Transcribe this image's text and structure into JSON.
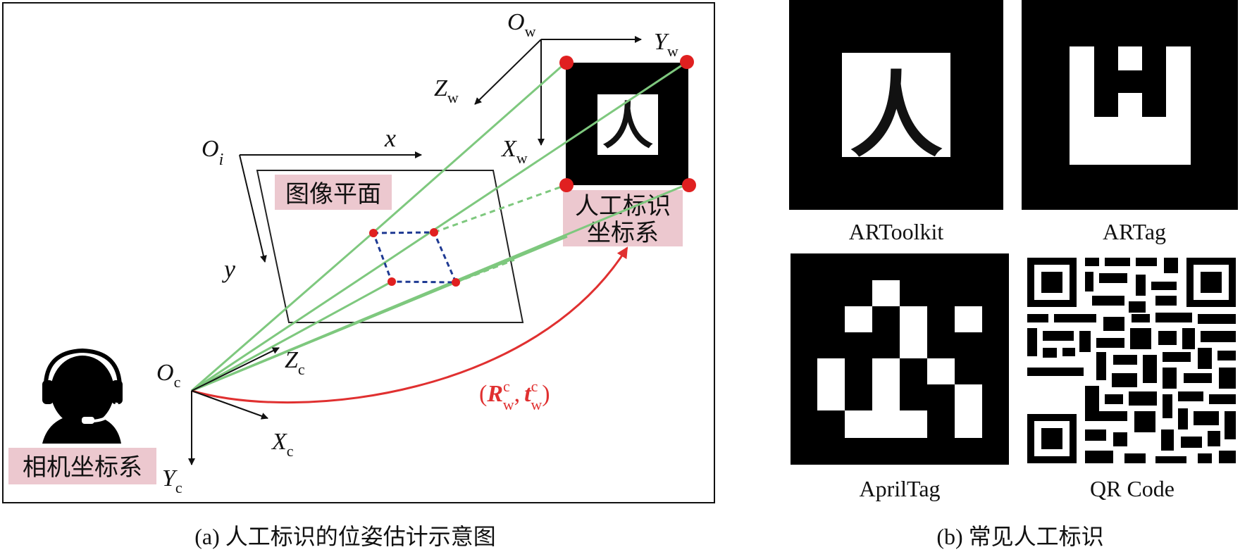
{
  "figure_a": {
    "caption": "(a) 人工标识的位姿估计示意图",
    "world_axes": {
      "origin": "O",
      "origin_sub": "w",
      "x": "X",
      "x_sub": "w",
      "y": "Y",
      "y_sub": "w",
      "z": "Z",
      "z_sub": "w"
    },
    "image_axes": {
      "origin": "O",
      "origin_sub": "i",
      "x": "x",
      "y": "y"
    },
    "camera_axes": {
      "origin": "O",
      "origin_sub": "c",
      "x": "X",
      "x_sub": "c",
      "y": "Y",
      "y_sub": "c",
      "z": "Z",
      "z_sub": "c"
    },
    "image_plane_label": "图像平面",
    "marker_frame_label_line1": "人工标识",
    "marker_frame_label_line2": "坐标系",
    "camera_frame_label": "相机坐标系",
    "marker_glyph": "人",
    "transform_label": {
      "R": "R",
      "R_sup": "c",
      "R_sub": "w",
      "t": "t",
      "t_sup": "c",
      "t_sub": "w"
    },
    "colors": {
      "rays": "#7ec87e",
      "transform": "#e03030",
      "points": "#e02020",
      "projection": "#1f3a93",
      "label_bg": "#ecc8cf"
    }
  },
  "figure_b": {
    "caption": "(b) 常见人工标识",
    "markers": [
      {
        "name": "ARToolkit",
        "glyph": "人"
      },
      {
        "name": "ARTag"
      },
      {
        "name": "AprilTag"
      },
      {
        "name": "QR Code"
      }
    ]
  }
}
